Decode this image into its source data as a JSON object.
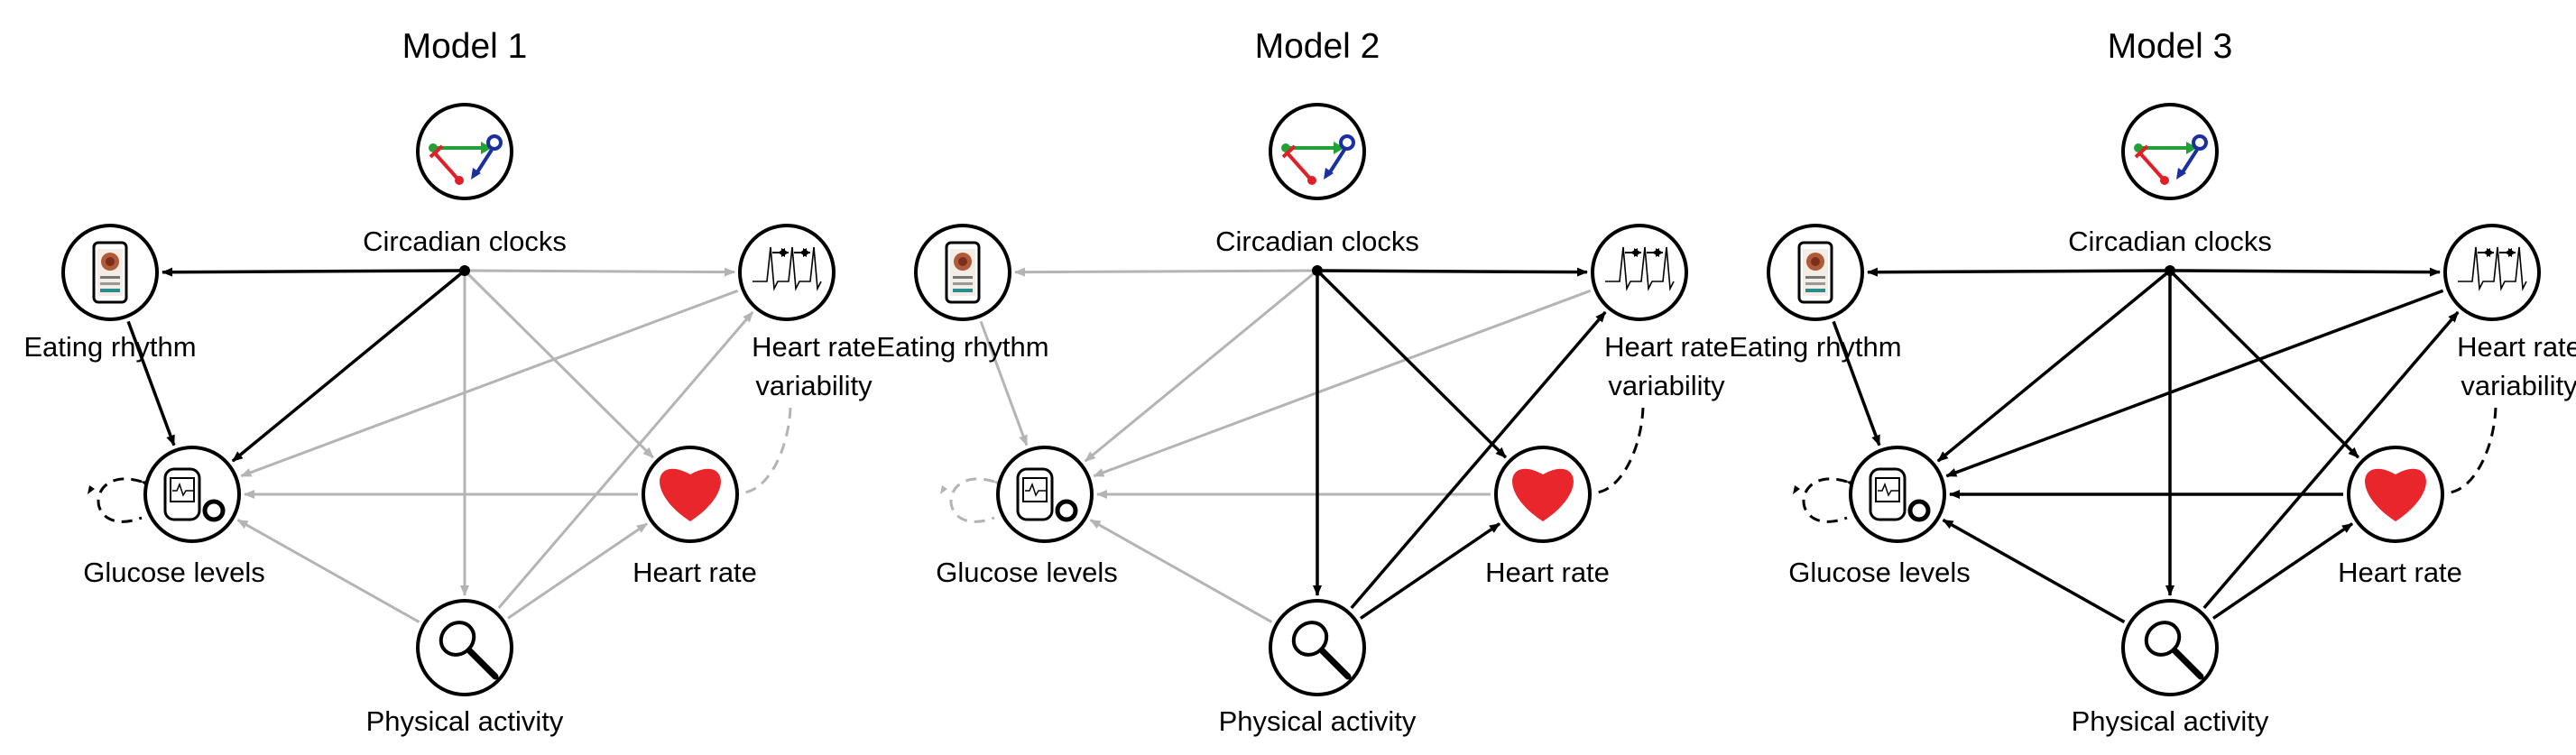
{
  "colors": {
    "active": "#000000",
    "inactive": "#b4b4b4",
    "heart": "#e8262c"
  },
  "nodes": {
    "circ": {
      "label": "Circadian clocks",
      "icon": "circadian-clock-icon"
    },
    "eat": {
      "label": "Eating rhythm",
      "icon": "smartphone-meal-icon"
    },
    "hrv": {
      "label": "Heart rate",
      "label2": "variability",
      "icon": "heart-rate-variability-icon"
    },
    "glu": {
      "label": "Glucose levels",
      "icon": "glucose-monitor-icon"
    },
    "hr": {
      "label": "Heart rate",
      "icon": "heart-icon"
    },
    "pa": {
      "label": "Physical activity",
      "icon": "tennis-racket-icon"
    }
  },
  "models": [
    {
      "title": "Model 1",
      "edges": [
        {
          "from": "circ",
          "to": "eat",
          "active": true
        },
        {
          "from": "circ",
          "to": "glu",
          "active": true
        },
        {
          "from": "eat",
          "to": "glu",
          "active": true
        },
        {
          "from": "glu",
          "to": "glu",
          "active": true,
          "loop": true
        },
        {
          "from": "circ",
          "to": "hrv",
          "active": false
        },
        {
          "from": "circ",
          "to": "hr",
          "active": false
        },
        {
          "from": "circ",
          "to": "pa",
          "active": false
        },
        {
          "from": "hrv",
          "to": "glu",
          "active": false
        },
        {
          "from": "hr",
          "to": "glu",
          "active": false
        },
        {
          "from": "pa",
          "to": "glu",
          "active": false
        },
        {
          "from": "pa",
          "to": "hrv",
          "active": false
        },
        {
          "from": "pa",
          "to": "hr",
          "active": false
        },
        {
          "from": "hrv",
          "to": "hr",
          "active": false,
          "dashed": true
        }
      ]
    },
    {
      "title": "Model 2",
      "edges": [
        {
          "from": "circ",
          "to": "hrv",
          "active": true
        },
        {
          "from": "circ",
          "to": "hr",
          "active": true
        },
        {
          "from": "circ",
          "to": "pa",
          "active": true
        },
        {
          "from": "pa",
          "to": "hrv",
          "active": true
        },
        {
          "from": "pa",
          "to": "hr",
          "active": true
        },
        {
          "from": "hrv",
          "to": "hr",
          "active": true,
          "dashed": true
        },
        {
          "from": "circ",
          "to": "eat",
          "active": false
        },
        {
          "from": "circ",
          "to": "glu",
          "active": false
        },
        {
          "from": "eat",
          "to": "glu",
          "active": false
        },
        {
          "from": "hrv",
          "to": "glu",
          "active": false
        },
        {
          "from": "hr",
          "to": "glu",
          "active": false
        },
        {
          "from": "pa",
          "to": "glu",
          "active": false
        },
        {
          "from": "glu",
          "to": "glu",
          "active": false,
          "loop": true
        }
      ]
    },
    {
      "title": "Model 3",
      "edges": [
        {
          "from": "circ",
          "to": "eat",
          "active": true
        },
        {
          "from": "circ",
          "to": "hrv",
          "active": true
        },
        {
          "from": "circ",
          "to": "glu",
          "active": true
        },
        {
          "from": "circ",
          "to": "hr",
          "active": true
        },
        {
          "from": "circ",
          "to": "pa",
          "active": true
        },
        {
          "from": "eat",
          "to": "glu",
          "active": true
        },
        {
          "from": "hrv",
          "to": "glu",
          "active": true
        },
        {
          "from": "hr",
          "to": "glu",
          "active": true
        },
        {
          "from": "pa",
          "to": "glu",
          "active": true
        },
        {
          "from": "pa",
          "to": "hrv",
          "active": true
        },
        {
          "from": "pa",
          "to": "hr",
          "active": true
        },
        {
          "from": "hrv",
          "to": "hr",
          "active": true,
          "dashed": true
        },
        {
          "from": "glu",
          "to": "glu",
          "active": true,
          "loop": true
        }
      ]
    }
  ]
}
